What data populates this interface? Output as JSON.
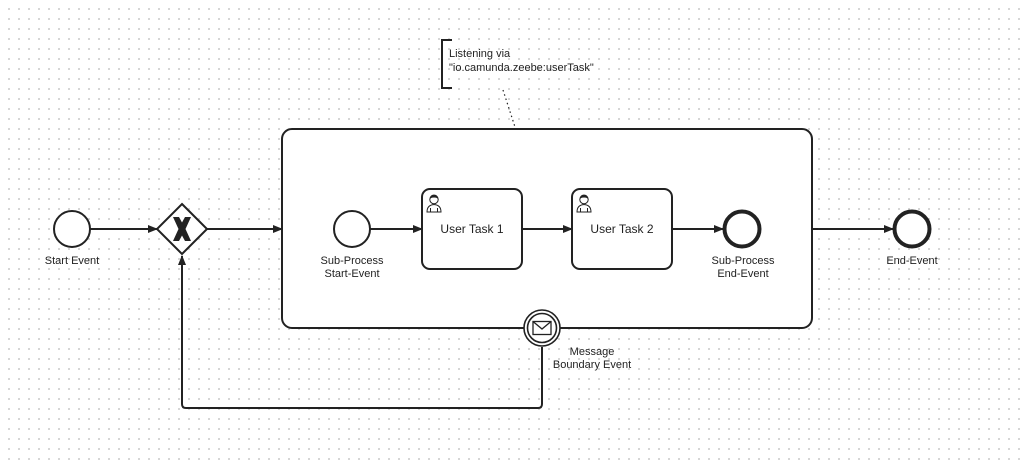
{
  "annotation": {
    "line1": "Listening via",
    "line2": "\"io.camunda.zeebe:userTask\""
  },
  "events": {
    "start": "Start Event",
    "end": "End-Event",
    "sub_start": [
      "Sub-Process",
      "Start-Event"
    ],
    "sub_end": [
      "Sub-Process",
      "End-Event"
    ],
    "boundary": [
      "Message",
      "Boundary Event"
    ]
  },
  "tasks": {
    "task1": "User Task 1",
    "task2": "User Task 2"
  },
  "gateway": {
    "type_icon": "exclusive-gateway-x-icon"
  },
  "icons": {
    "task": "user-icon",
    "boundary": "envelope-icon"
  }
}
